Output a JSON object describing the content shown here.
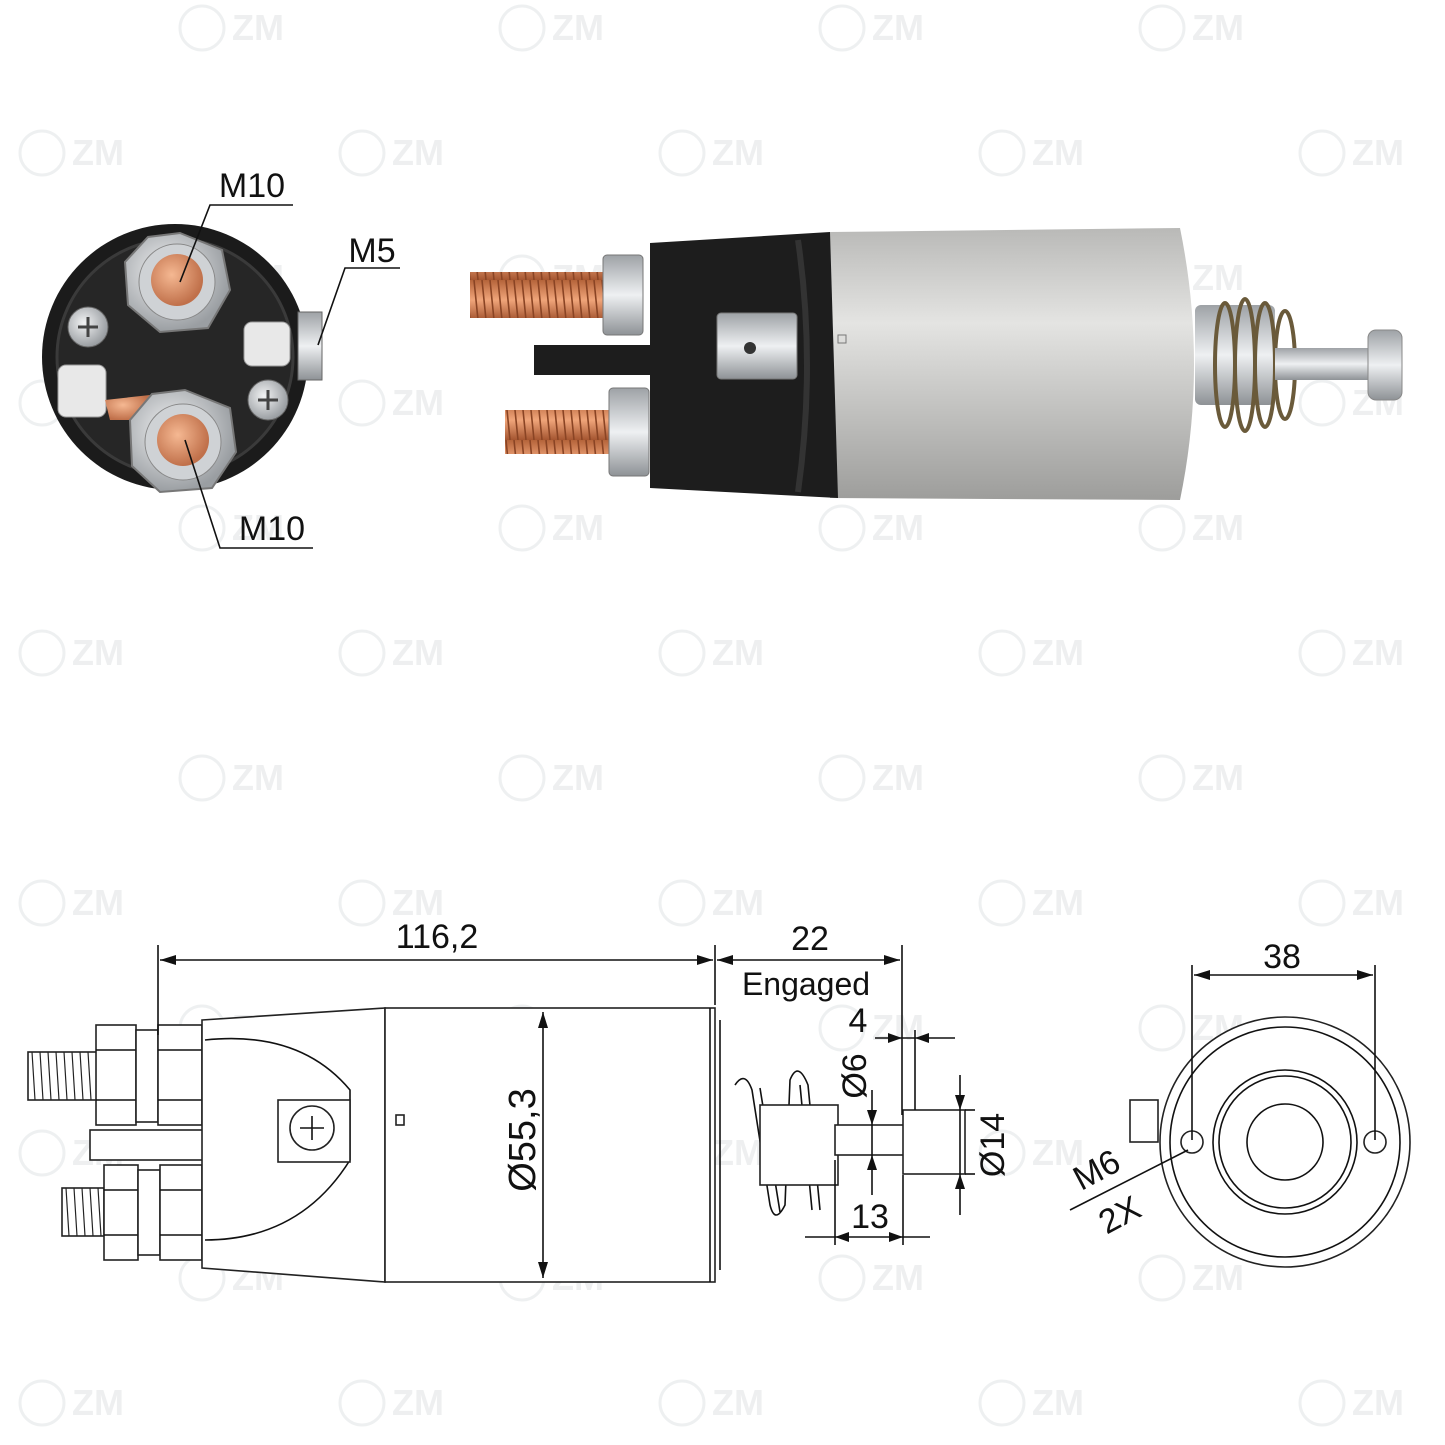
{
  "watermark": "ZM",
  "photo_labels": {
    "terminal_top": "M10",
    "terminal_side": "M5",
    "terminal_bottom": "M10"
  },
  "dimensions": {
    "overall_length": "116,2",
    "stroke": "22",
    "engaged": "Engaged",
    "plunger_head": "4",
    "plunger_small_dia": "Ø6",
    "plunger_large_dia": "Ø14",
    "plunger_length": "13",
    "body_dia": "Ø55,3",
    "bolt_spacing": "38",
    "mount_thread": "M6",
    "mount_count": "2X"
  },
  "colors": {
    "copper": "#d98a5c",
    "housing_black": "#1e1e1e",
    "can_silver": "#c8c8c6",
    "zinc": "#d6d8da"
  }
}
